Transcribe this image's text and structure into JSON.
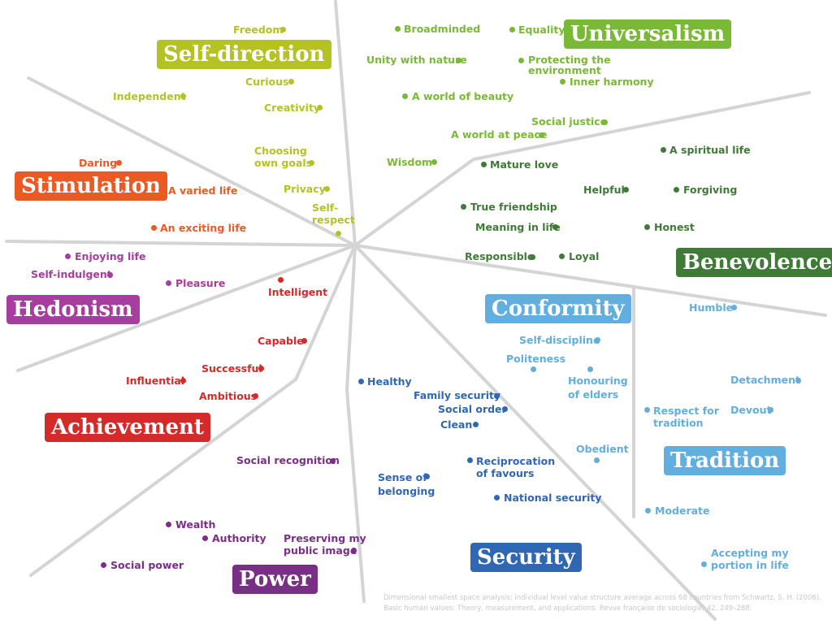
{
  "colors": {
    "self_direction": "#b4c224",
    "universalism": "#7ab936",
    "stimulation": "#ea5a22",
    "hedonism": "#a83da0",
    "achievement": "#d42a2a",
    "power": "#7a2f86",
    "security": "#2f67b3",
    "conformity": "#62aede",
    "tradition": "#62aede",
    "benevolence": "#3f7a37",
    "line": "#d4d4d4"
  },
  "categories": {
    "self_direction": "Self-direction",
    "universalism": "Universalism",
    "stimulation": "Stimulation",
    "hedonism": "Hedonism",
    "achievement": "Achievement",
    "power": "Power",
    "security": "Security",
    "conformity": "Conformity",
    "tradition": "Tradition",
    "benevolence": "Benevolence"
  },
  "values": {
    "freedom": "Freedom",
    "curious": "Curious",
    "independent": "Independent",
    "creativity": "Creativity",
    "choosing_own_goals": "Choosing\nown goals",
    "privacy": "Privacy",
    "self_respect": "Self-\nrespect",
    "broadminded": "Broadminded",
    "equality": "Equality",
    "unity_with_nature": "Unity with nature",
    "protecting_environment": "Protecting the\nenvironment",
    "inner_harmony": "Inner harmony",
    "world_of_beauty": "A world of beauty",
    "social_justice": "Social justice",
    "world_at_peace": "A world at peace",
    "wisdom": "Wisdom",
    "mature_love": "Mature love",
    "spiritual_life": "A spiritual life",
    "helpful": "Helpful",
    "forgiving": "Forgiving",
    "true_friendship": "True friendship",
    "meaning_in_life": "Meaning in life",
    "honest": "Honest",
    "responsible": "Responsible",
    "loyal": "Loyal",
    "daring": "Daring",
    "varied_life": "A varied life",
    "exciting_life": "An exciting life",
    "enjoying_life": "Enjoying life",
    "self_indulgent": "Self-indulgent",
    "pleasure": "Pleasure",
    "intelligent": "Intelligent",
    "capable": "Capable",
    "successful": "Successful",
    "influential": "Influential",
    "ambitious": "Ambitious",
    "social_recognition": "Social recognition",
    "wealth": "Wealth",
    "authority": "Authority",
    "preserving_image": "Preserving my\npublic image",
    "social_power": "Social power",
    "healthy": "Healthy",
    "family_security": "Family security",
    "social_order": "Social order",
    "clean": "Clean",
    "reciprocation": "Reciprocation\nof favours",
    "sense_of_belonging": "Sense of\nbelonging",
    "national_security": "National security",
    "self_discipline": "Self-discipline",
    "politeness": "Politeness",
    "honouring_elders": "Honouring\nof elders",
    "obedient": "Obedient",
    "humble": "Humble",
    "detachment": "Detachment",
    "respect_tradition": "Respect for\ntradition",
    "devout": "Devout",
    "moderate": "Moderate",
    "accepting_portion": "Accepting my\nportion in life"
  },
  "caption": "Dimensional smallest space analysis: individual level value structure average across 68 countries from Schwartz, S. H. (2006). Basic human values: Theory, measurement, and applications. Revue française de sociologie, 42, 249–288."
}
